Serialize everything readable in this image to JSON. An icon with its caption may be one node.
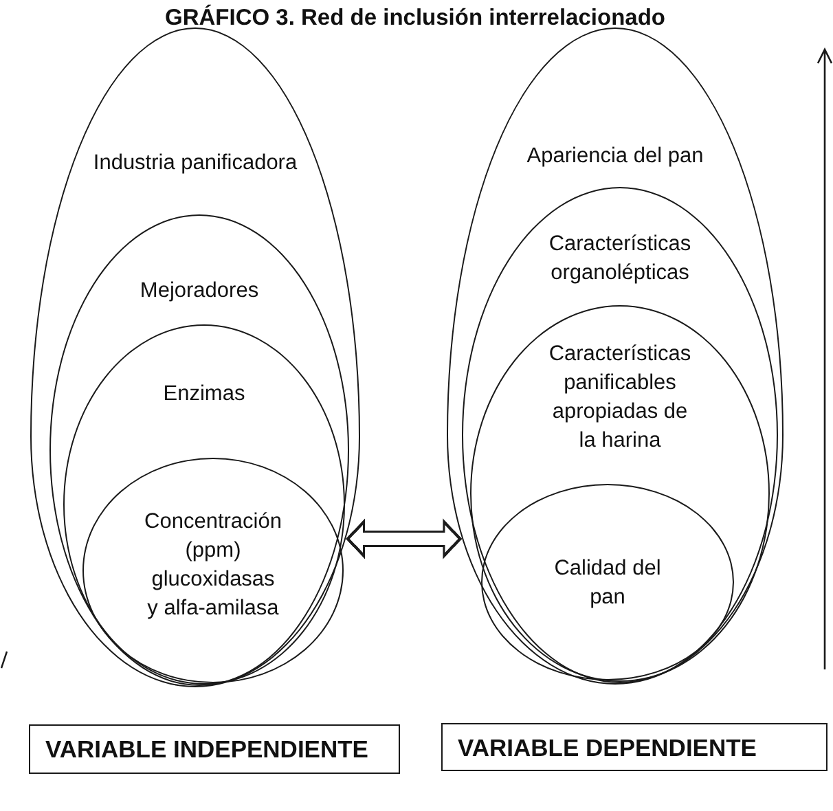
{
  "diagram": {
    "title": "GRÁFICO 3. Red de inclusión interrelacionado",
    "nodes": [
      {
        "text": [
          "Industria panificadora"
        ]
      },
      {
        "text": [
          "Mejoradores"
        ],
        "in": 0
      },
      {
        "text": [
          "Enzimas"
        ],
        "in": 1
      },
      {
        "text": [
          "Concentración (ppm) glucoxidasas y alfa-amilasa"
        ],
        "in": 2
      },
      {
        "text": [
          "Apariencia del pan"
        ]
      },
      {
        "text": [
          "Características organolépticas"
        ],
        "in": 4
      },
      {
        "text": [
          "Características panificables apropiadas de la harina"
        ],
        "in": 5
      },
      {
        "text": [
          "Calidad del pan"
        ],
        "in": 6
      },
      {
        "text": [
          "VARIABLE INDEPENDIENTE"
        ]
      },
      {
        "text": [
          "VARIABLE DEPENDIENTE"
        ]
      }
    ],
    "edges": [
      {
        "from": 0,
        "to": 4,
        "arrow": "both"
      }
    ]
  }
}
